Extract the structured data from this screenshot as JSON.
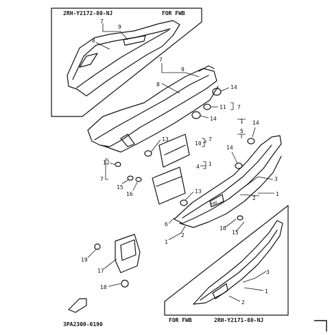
{
  "top_inset": {
    "part_code": "2RH-Y2172-80-NJ",
    "variant_label": "FOR FWB"
  },
  "bottom_inset": {
    "part_code": "2RH-Y2171-80-NJ",
    "variant_label": "FOR FWB"
  },
  "footer": {
    "drawing_code": "3PA2300-0190"
  },
  "decal_text": "TRF",
  "callouts": {
    "top_7": "7",
    "top_9": "9",
    "top_8": "8",
    "mid_7": "7",
    "mid_9": "9",
    "mid_8": "8",
    "c14a": "14",
    "c11": "11",
    "c7a": "7",
    "c14b": "14",
    "c13a": "13",
    "c10": "10",
    "c7b": "7",
    "c12": "12",
    "c7c": "7",
    "c4": "4",
    "c1a": "1",
    "c15a": "15",
    "c16a": "16",
    "c13b": "13",
    "c1b": "1",
    "c5": "5",
    "c14c": "14",
    "c14d": "14",
    "c3a": "3",
    "c2a": "2",
    "c1c": "1",
    "c6": "6",
    "c2b": "2",
    "c1d": "1",
    "c16b": "16",
    "c15b": "15",
    "c19": "19",
    "c17": "17",
    "c18": "18",
    "c3b": "3",
    "c1e": "1",
    "c2c": "2"
  },
  "colors": {
    "ink": "#111111",
    "paper": "#ffffff"
  }
}
